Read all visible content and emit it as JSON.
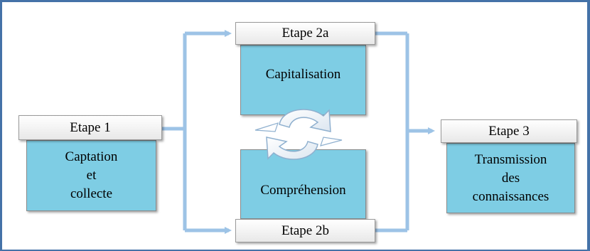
{
  "steps": {
    "step1": {
      "label": "Etape 1",
      "lines": [
        "Captation",
        "et",
        "collecte"
      ]
    },
    "step2a": {
      "label": "Etape 2a",
      "content": "Capitalisation"
    },
    "step2b": {
      "label": "Etape 2b",
      "content": "Compréhension"
    },
    "step3": {
      "label": "Etape 3",
      "lines": [
        "Transmission",
        "des",
        "connaissances"
      ]
    }
  },
  "colors": {
    "frame": "#4472a8",
    "content_fill": "#7ecde4",
    "connector": "#9dc3e6"
  },
  "icons": [
    "cycle-arrows-icon"
  ]
}
